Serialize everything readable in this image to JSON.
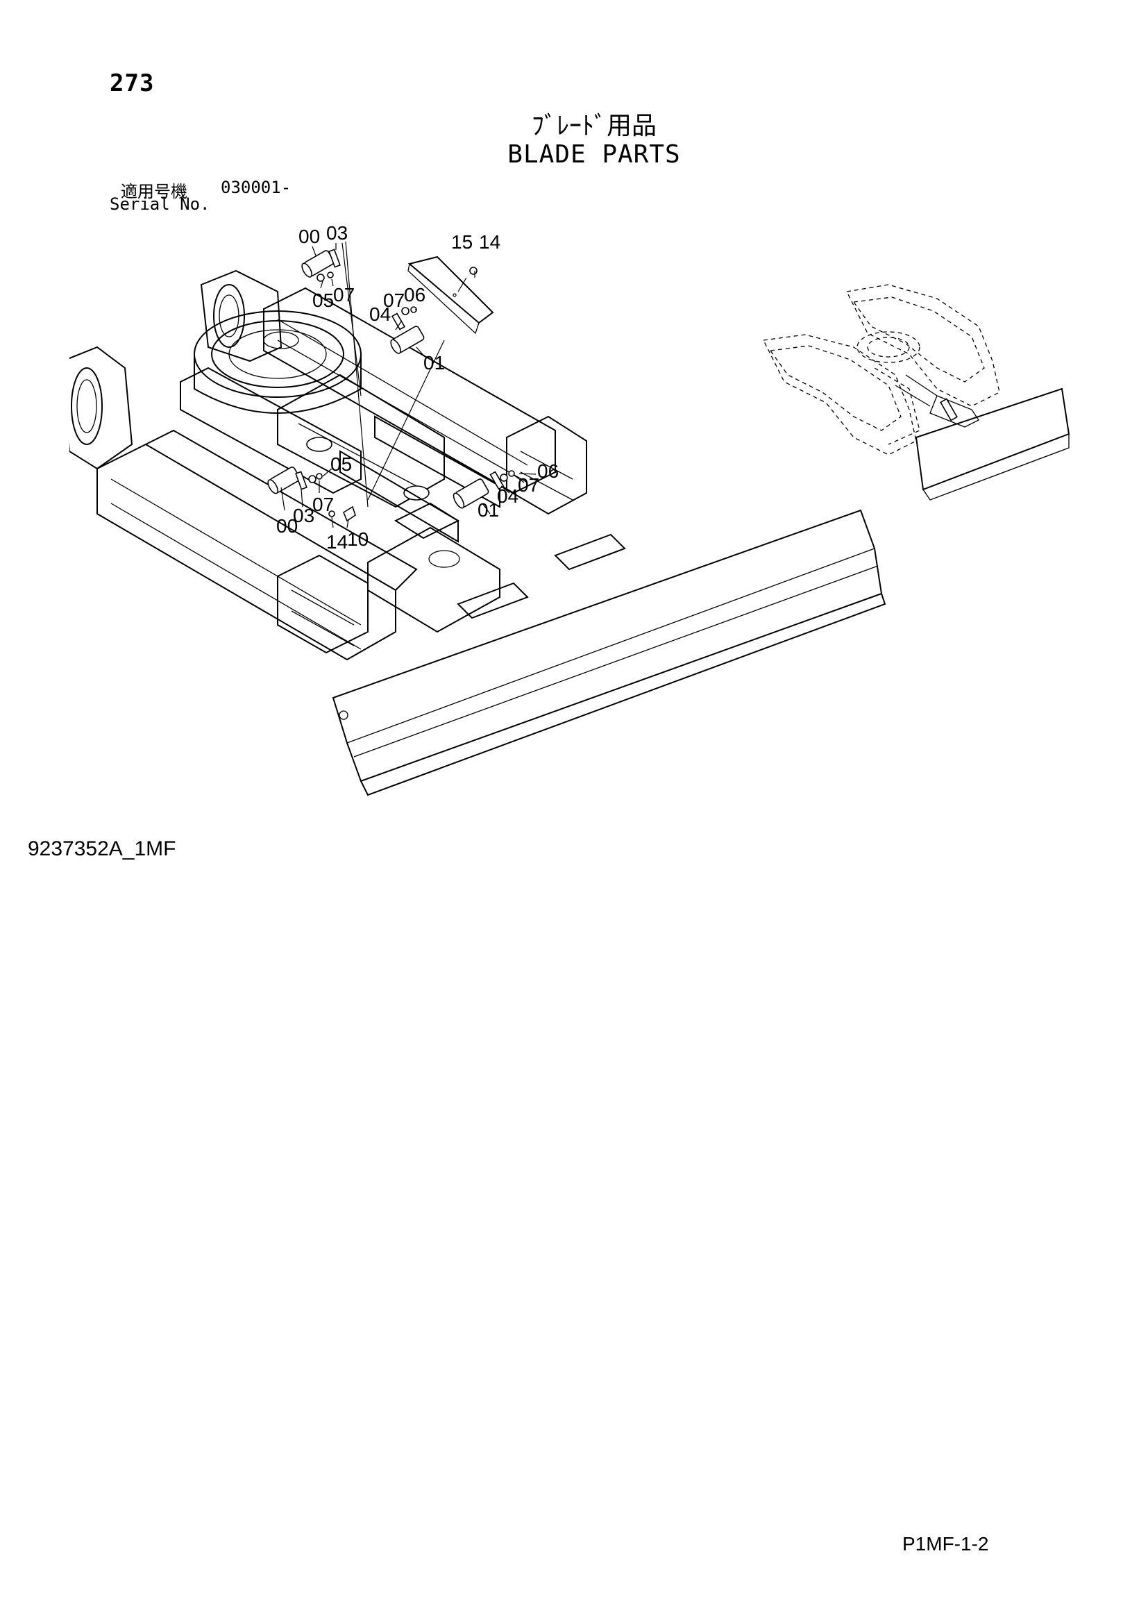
{
  "page": {
    "page_number": "273",
    "title_jp": "ﾌﾞﾚｰﾄﾞ用品",
    "title_en": "BLADE PARTS",
    "serial_label_jp": "適用号機",
    "serial_value": "030001-",
    "serial_label_en": "Serial No.",
    "drawing_number": "9237352A_1MF",
    "footer_code": "P1MF-1-2"
  },
  "callouts": {
    "c00_top": "00",
    "c03_top": "03",
    "c05_top": "05",
    "c07_top": "07",
    "c15": "15",
    "c14_top": "14",
    "c07_mid": "07",
    "c06_mid": "06",
    "c04_mid": "04",
    "c01_mid": "01",
    "c05_low": "05",
    "c07_low": "07",
    "c03_low": "03",
    "c00_low": "00",
    "c14_low": "14",
    "c10": "10",
    "c06_right": "06",
    "c07_right": "07",
    "c04_right": "04",
    "c01_right": "01"
  }
}
